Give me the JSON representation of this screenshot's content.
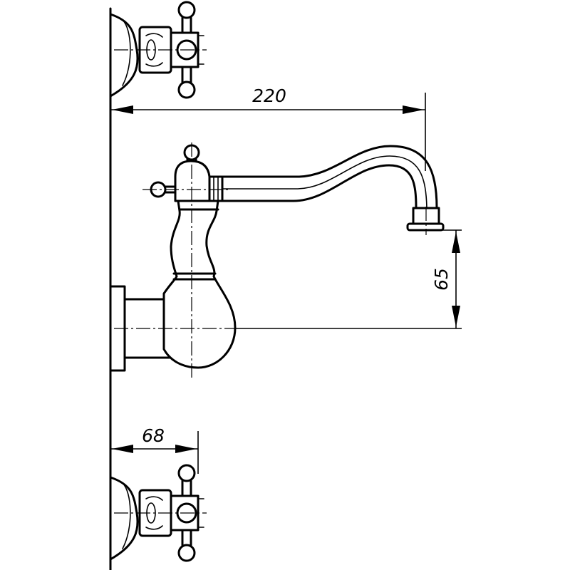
{
  "dimensions": {
    "spout_reach": "220",
    "spout_height": "65",
    "handle_offset": "68"
  }
}
